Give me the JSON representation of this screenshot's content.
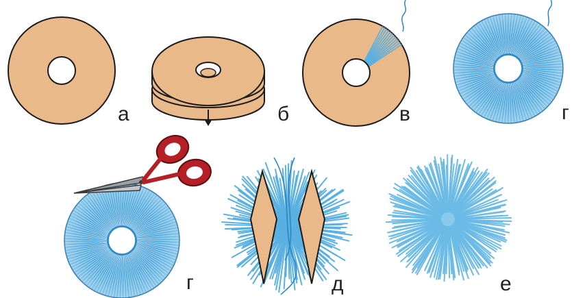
{
  "colors": {
    "cardboard": "#e9b98a",
    "outline": "#1b1b1b",
    "yarn": "#5ab0e0",
    "yarn_dark": "#2b86c4",
    "scissor_handle": "#b51f26",
    "blade": "#9aa0a6"
  },
  "steps": [
    {
      "label": "а"
    },
    {
      "label": "б"
    },
    {
      "label": "в"
    },
    {
      "label": "г"
    },
    {
      "label": "г"
    },
    {
      "label": "д"
    },
    {
      "label": "е"
    }
  ],
  "icons": [
    "scissors-icon",
    "yarn-thread-icon"
  ]
}
